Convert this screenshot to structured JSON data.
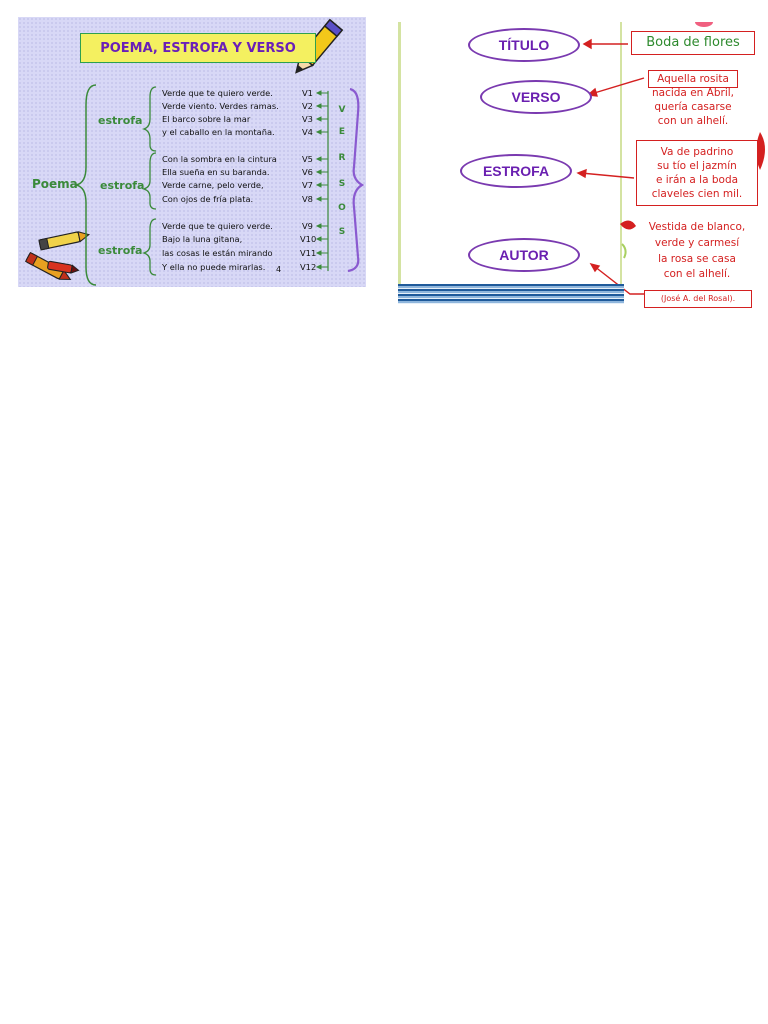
{
  "left_slide": {
    "title": "POEMA, ESTROFA Y VERSO",
    "poema_label": "Poema",
    "estrofa_label": "estrofa",
    "stanzas": [
      {
        "lines": [
          "Verde que te quiero verde.",
          "Verde viento. Verdes ramas.",
          "El barco sobre la mar",
          "y el caballo en la montaña."
        ],
        "verses": [
          "V1",
          "V2",
          "V3",
          "V4"
        ]
      },
      {
        "lines": [
          "Con la sombra en la cintura",
          "Ella sueña en su baranda.",
          "Verde carne, pelo verde,",
          "Con ojos de fría plata."
        ],
        "verses": [
          "V5",
          "V6",
          "V7",
          "V8"
        ]
      },
      {
        "lines": [
          "Verde que te quiero verde.",
          "Bajo la luna gitana,",
          "las cosas le están mirando",
          "Y ella no puede mirarlas."
        ],
        "verses": [
          "V9",
          "V10",
          "V11",
          "V12"
        ]
      }
    ],
    "versos_letters": [
      "V",
      "E",
      "R",
      "S",
      "O",
      "S"
    ],
    "page_number": "4",
    "colors": {
      "background": "#d8d8f6",
      "title_bg": "#f4f060",
      "title_text": "#6a1fb8",
      "accent_green": "#3a8a3a",
      "bracket_purple": "#8a5ad0"
    }
  },
  "right_slide": {
    "labels": {
      "titulo": "TÍTULO",
      "verso": "VERSO",
      "estrofa": "ESTROFA",
      "autor": "AUTOR"
    },
    "poem_title": "Boda de flores",
    "verse_box_lines": [
      "Aquella rosita",
      "nacida en Abril,",
      "quería casarse",
      "con un alhelí."
    ],
    "stanza_box_lines": [
      "Va de padrino",
      "su tío el jazmín",
      "e irán a la boda",
      "claveles cien mil."
    ],
    "stanza_3_lines": [
      "Vestida de blanco,",
      "verde y carmesí",
      "la rosa se casa",
      "con el alhelí."
    ],
    "author": "(José A. del Rosal).",
    "colors": {
      "oval_border": "#7a3ab0",
      "label_text": "#6a1fb0",
      "poem_red": "#d42020",
      "arrow_red": "#d42020",
      "title_green": "#2e8a2e"
    }
  }
}
